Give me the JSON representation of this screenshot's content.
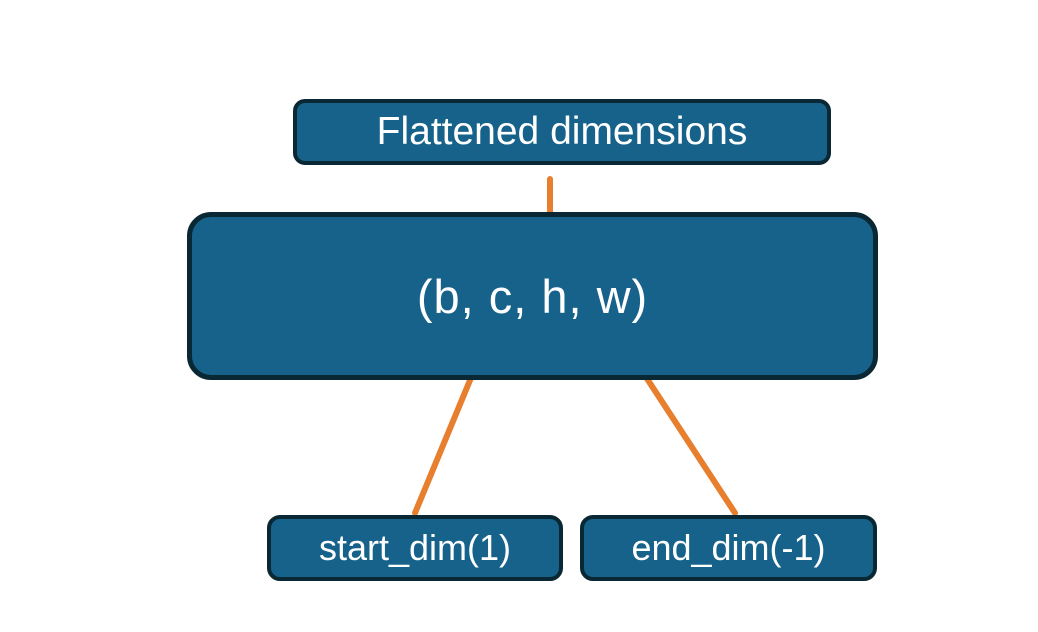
{
  "diagram": {
    "background": "#FFFFFF",
    "colors": {
      "node_fill": "#16628A",
      "node_border": "#0A2734",
      "connector_orange": "#E87F2F",
      "text": "#FFFFFF"
    },
    "nodes": {
      "flattened": {
        "label": "Flattened dimensions"
      },
      "shape": {
        "label": "(b, c, h, w)"
      },
      "start_dim": {
        "label": "start_dim(1)"
      },
      "end_dim": {
        "label": "end_dim(-1)"
      }
    },
    "connections": [
      {
        "type": "brace",
        "from": "flattened",
        "to": "shape",
        "spans": "c, h, w"
      },
      {
        "type": "arrow",
        "from": "start_dim",
        "to": "shape",
        "points_at": "c"
      },
      {
        "type": "arrow",
        "from": "end_dim",
        "to": "shape",
        "points_at": "w"
      }
    ]
  }
}
